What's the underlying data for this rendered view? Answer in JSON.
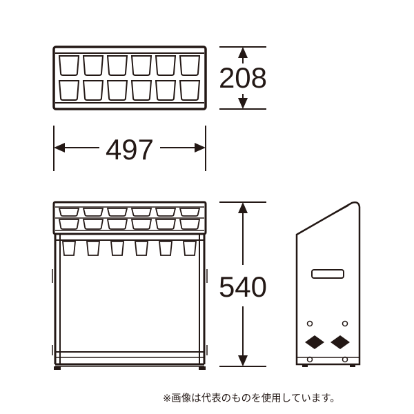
{
  "dimensions": {
    "depth": "208",
    "width": "497",
    "height": "540"
  },
  "note": "※画像は代表のものを使用しています。",
  "colors": {
    "line": "#231815",
    "background": "#ffffff"
  }
}
